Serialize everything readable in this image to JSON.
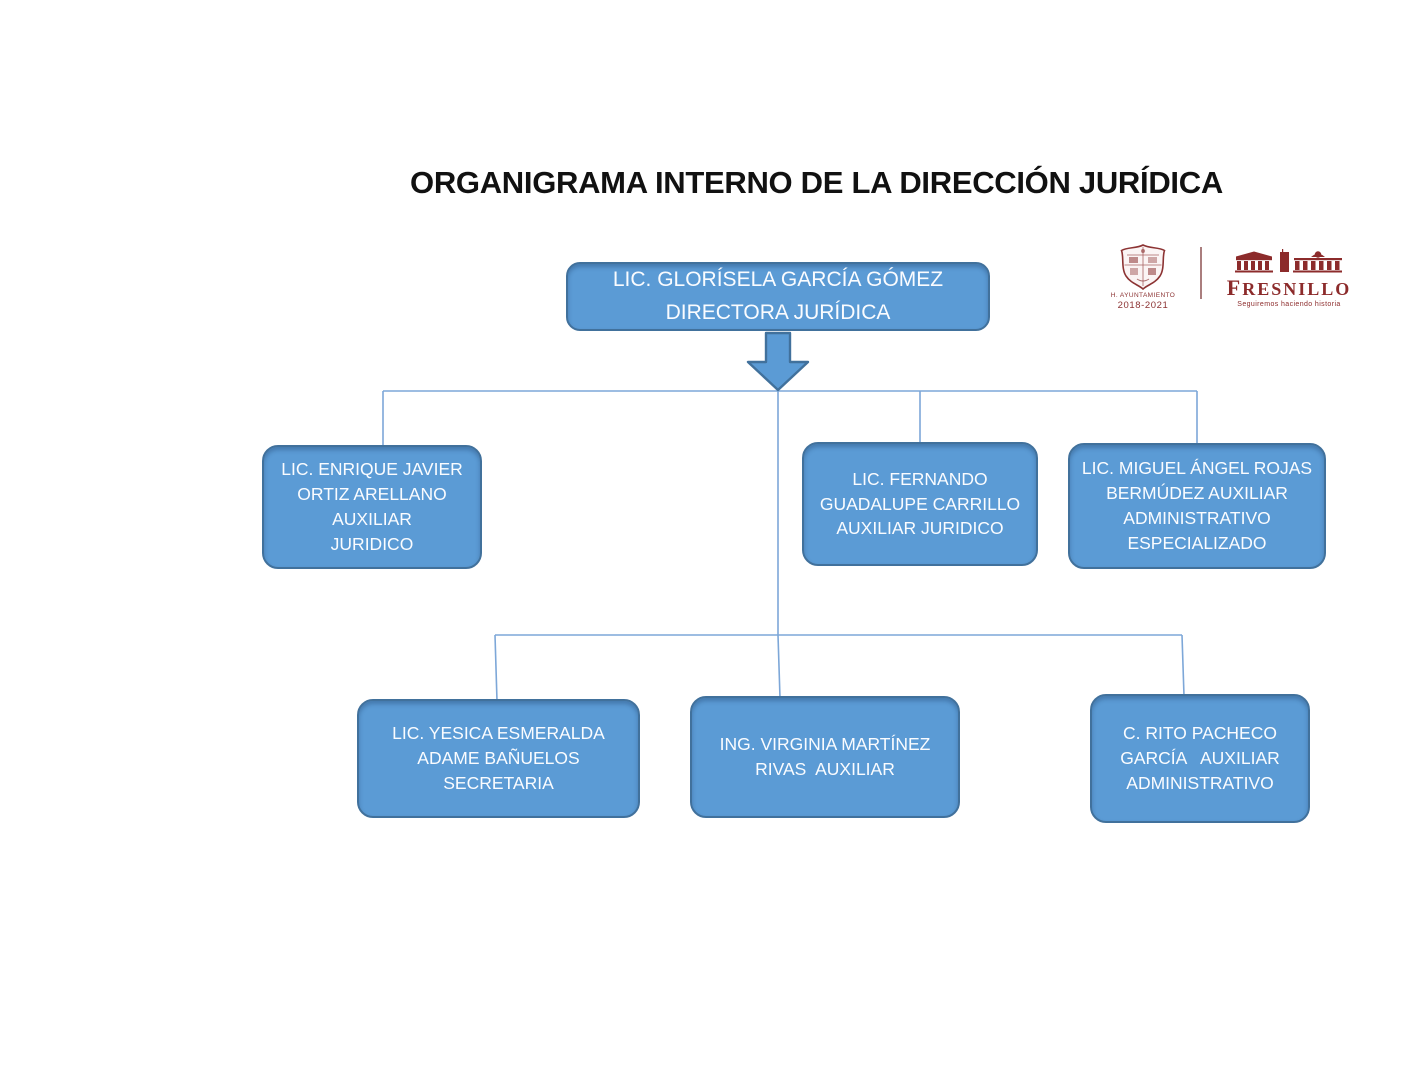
{
  "title": "ORGANIGRAMA INTERNO DE LA DIRECCIÓN JURÍDICA",
  "logos": {
    "ayuntamiento": {
      "caption_line1": "H. AYUNTAMIENTO",
      "caption_line2": "2018-2021"
    },
    "fresnillo": {
      "wordmark": "FRESNILLO",
      "tagline": "Seguiremos haciendo historia"
    }
  },
  "org": {
    "director": {
      "line1": "LIC. GLORÍSELA GARCÍA GÓMEZ",
      "line2": "DIRECTORA JURÍDICA"
    },
    "level2": [
      {
        "lines": [
          "LIC. ENRIQUE JAVIER",
          "ORTIZ ARELLANO",
          "AUXILIAR",
          "JURIDICO"
        ]
      },
      {
        "lines": [
          "LIC. FERNANDO",
          "GUADALUPE CARRILLO",
          "AUXILIAR JURIDICO"
        ]
      },
      {
        "lines": [
          "LIC. MIGUEL ÁNGEL ROJAS",
          "BERMÚDEZ AUXILIAR",
          "ADMINISTRATIVO",
          "ESPECIALIZADO"
        ]
      }
    ],
    "level3": [
      {
        "lines": [
          "LIC. YESICA ESMERALDA",
          "ADAME BAÑUELOS",
          "SECRETARIA"
        ]
      },
      {
        "lines": [
          "ING. VIRGINIA MARTÍNEZ",
          "RIVAS  AUXILIAR"
        ]
      },
      {
        "lines": [
          "C. RITO PACHECO",
          "GARCÍA   AUXILIAR",
          "ADMINISTRATIVO"
        ]
      }
    ]
  },
  "colors": {
    "node_fill": "#5B9BD5",
    "node_border": "#41719C",
    "connector_line": "#7DA7D8",
    "logo_maroon": "#8C2B2B",
    "title_text": "#111111",
    "node_text": "#FFFFFF"
  }
}
